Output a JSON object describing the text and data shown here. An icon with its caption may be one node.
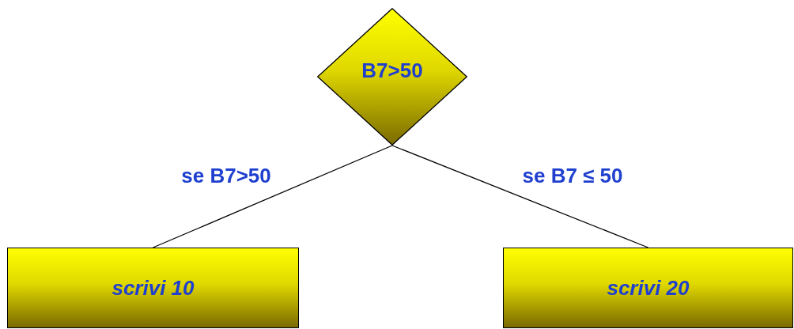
{
  "diagram": {
    "nodes": [
      {
        "text": [
          "B7>50"
        ]
      },
      {
        "text": [
          "scrivi 10"
        ]
      },
      {
        "text": [
          "scrivi 20"
        ]
      }
    ],
    "edges": [
      {
        "from": 0,
        "to": 1,
        "arrow": "none",
        "label": "se B7>50"
      },
      {
        "from": 0,
        "to": 2,
        "arrow": "none",
        "label": "se B7 ≤ 50"
      }
    ]
  }
}
